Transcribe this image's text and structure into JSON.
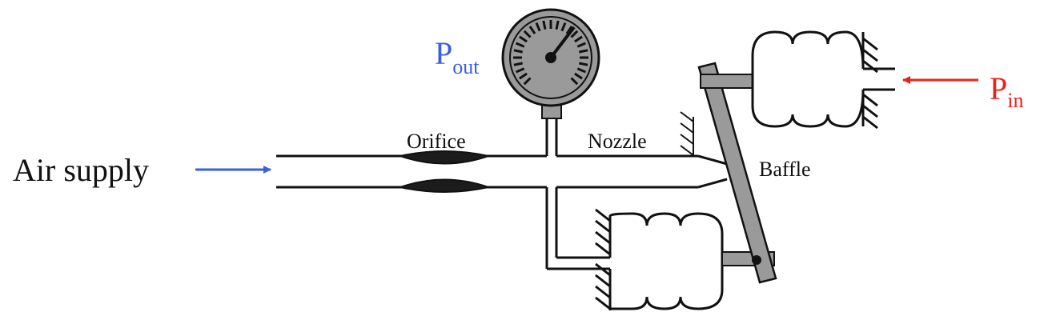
{
  "labels": {
    "air_supply": "Air supply",
    "orifice": "Orifice",
    "nozzle": "Nozzle",
    "baffle": "Baffle",
    "p_out_main": "P",
    "p_out_sub": "out",
    "p_in_main": "P",
    "p_in_sub": "in"
  },
  "colors": {
    "line": "#111111",
    "metal": "#9a9a9a",
    "p_out": "#3a5fdc",
    "p_in": "#e8231c",
    "supply_arrow": "#3a5fdc"
  },
  "icons": {
    "gauge": "pressure-gauge-icon",
    "bellows": "bellows-icon",
    "arrow": "arrow-right-icon"
  }
}
